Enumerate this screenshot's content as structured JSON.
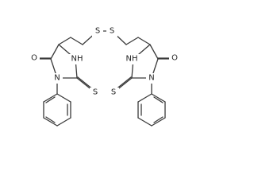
{
  "molecule": {
    "atom_labels": {
      "s_left": "S",
      "s_right": "S",
      "o_left": "O",
      "o_right": "O",
      "n_left_ring": "N",
      "n_right_ring": "N",
      "nh_left": "NH",
      "nh_right": "NH",
      "s_thione_left": "S",
      "s_thione_right": "S"
    }
  }
}
